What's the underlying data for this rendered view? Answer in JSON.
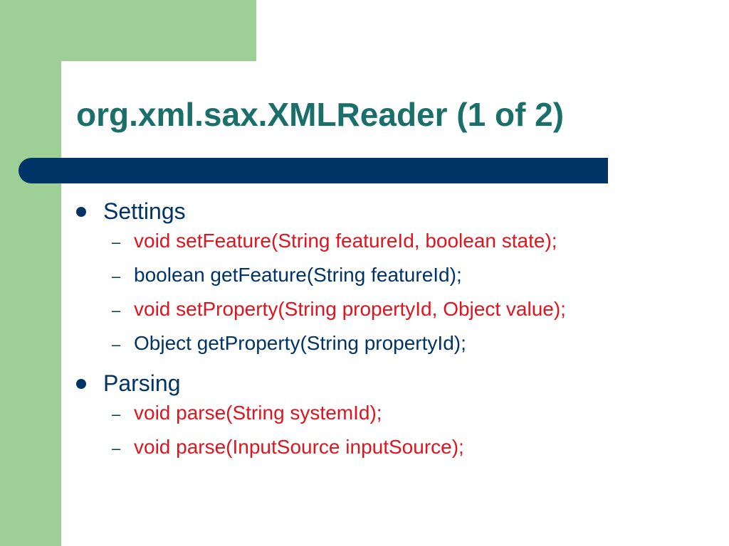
{
  "slide": {
    "title": "org.xml.sax.XMLReader (1 of 2)",
    "sections": [
      {
        "label": "Settings",
        "items": [
          {
            "text": "void setFeature(String featureId, boolean state);",
            "color": "#e0141e"
          },
          {
            "text": "boolean getFeature(String featureId);",
            "color": "#003366"
          },
          {
            "text": "void setProperty(String propertyId, Object value);",
            "color": "#e0141e"
          },
          {
            "text": "Object getProperty(String propertyId);",
            "color": "#003366"
          }
        ]
      },
      {
        "label": "Parsing",
        "items": [
          {
            "text": "void parse(String systemId);",
            "color": "#e0141e"
          },
          {
            "text": "void parse(InputSource inputSource);",
            "color": "#e0141e"
          }
        ]
      }
    ],
    "bullet_glyph": "●",
    "dash_glyph": "–"
  },
  "colors": {
    "accent_green": "#9ecf97",
    "title_teal": "#1a6f6a",
    "bar_navy": "#003366",
    "highlight_red": "#e0141e"
  }
}
